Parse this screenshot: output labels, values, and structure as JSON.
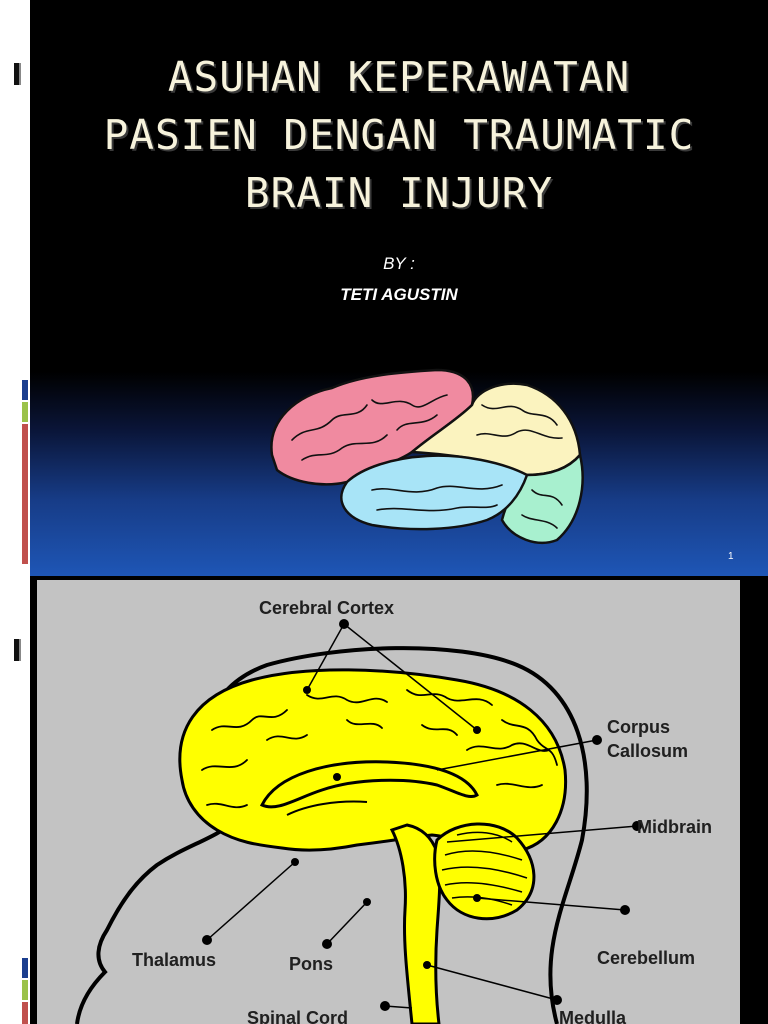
{
  "slide1": {
    "title_lines": [
      "ASUHAN KEPERAWATAN",
      "PASIEN DENGAN TRAUMATIC",
      "BRAIN INJURY"
    ],
    "by_label": "BY :",
    "author": "TETI AGUSTIN",
    "page_number": "1",
    "brain_lobe_colors": {
      "frontal": "#f08aa0",
      "parietal": "#fbf3bf",
      "temporal": "#a8e4f7",
      "occipital": "#a8f0cf"
    }
  },
  "slide2": {
    "labels": {
      "cerebral_cortex": "Cerebral Cortex",
      "corpus_1": "Corpus",
      "corpus_2": "Callosum",
      "midbrain": "Midbrain",
      "thalamus": "Thalamus",
      "pons": "Pons",
      "cerebellum": "Cerebellum",
      "spinal_cord": "Spinal Cord",
      "medulla": "Medulla"
    },
    "colors": {
      "panel": "#c3c3c3",
      "brain": "#ffff00"
    }
  }
}
